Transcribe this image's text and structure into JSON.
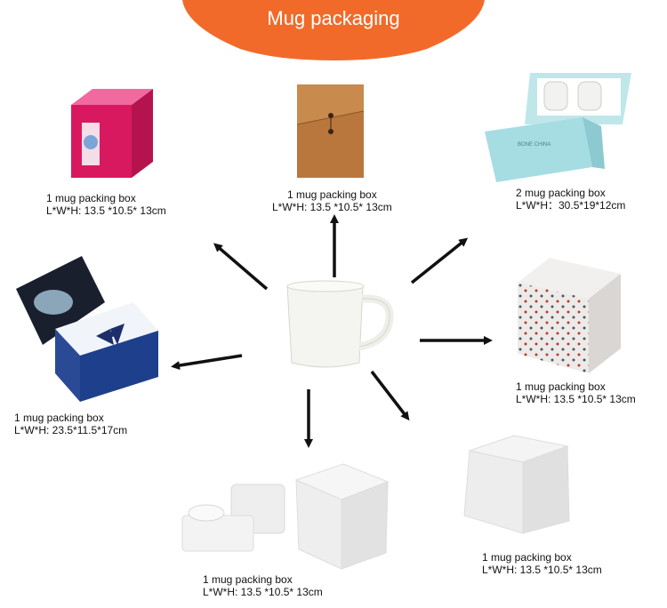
{
  "header": {
    "title": "Mug packaging",
    "color": "#f26a2a"
  },
  "center": {
    "item": "white-mug"
  },
  "packages": [
    {
      "id": "pink-window-box",
      "label": "1 mug packing box",
      "dims": "L*W*H: 13.5 *10.5* 13cm",
      "color": "#d9195f"
    },
    {
      "id": "kraft-box",
      "label": "1 mug packing box",
      "dims": "L*W*H: 13.5 *10.5* 13cm",
      "color": "#b9773d"
    },
    {
      "id": "blue-gift-box",
      "label": "2 mug packing box",
      "dims": "L*W*H：30.5*19*12cm",
      "color": "#a6dde3",
      "box_text": "BONE CHINA"
    },
    {
      "id": "dotted-box",
      "label": "1 mug packing box",
      "dims": "L*W*H: 13.5 *10.5* 13cm",
      "color": "#e6e4e4"
    },
    {
      "id": "white-box-right",
      "label": "1 mug packing box",
      "dims": "L*W*H: 13.5 *10.5* 13cm",
      "color": "#f2f2f2"
    },
    {
      "id": "foam-white-box",
      "label": "1 mug packing box",
      "dims": "L*W*H: 13.5 *10.5* 13cm",
      "color": "#f2f2f2"
    },
    {
      "id": "navy-ribbon-box",
      "label": "1 mug packing box",
      "dims": "L*W*H:  23.5*11.5*17cm",
      "color": "#1e3f8c"
    }
  ]
}
